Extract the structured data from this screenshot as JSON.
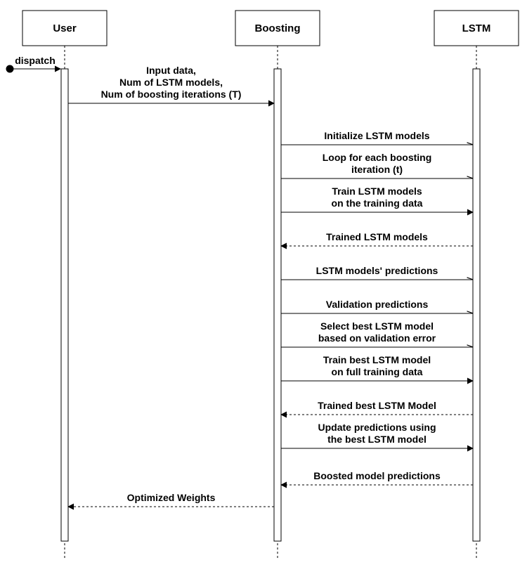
{
  "participants": [
    {
      "id": "user",
      "name": "User"
    },
    {
      "id": "boosting",
      "name": "Boosting"
    },
    {
      "id": "lstm",
      "name": "LSTM"
    }
  ],
  "found_message": {
    "label": "dispatch"
  },
  "messages": [
    {
      "from": "user",
      "to": "boosting",
      "style": "sync",
      "lines": [
        "Input data,",
        "Num of  LSTM models,",
        "Num of  boosting iterations (T)"
      ]
    },
    {
      "from": "boosting",
      "to": "lstm",
      "style": "async",
      "lines": [
        "Initialize LSTM models"
      ]
    },
    {
      "from": "boosting",
      "to": "lstm",
      "style": "async",
      "lines": [
        "Loop for each boosting",
        "iteration (t)"
      ]
    },
    {
      "from": "boosting",
      "to": "lstm",
      "style": "sync",
      "lines": [
        "Train LSTM models",
        "on the training data"
      ]
    },
    {
      "from": "lstm",
      "to": "boosting",
      "style": "return",
      "lines": [
        "Trained LSTM models"
      ]
    },
    {
      "from": "boosting",
      "to": "lstm",
      "style": "async",
      "lines": [
        "LSTM models' predictions"
      ]
    },
    {
      "from": "boosting",
      "to": "lstm",
      "style": "async",
      "lines": [
        "Validation predictions"
      ]
    },
    {
      "from": "boosting",
      "to": "lstm",
      "style": "async",
      "lines": [
        "Select best LSTM model",
        "based on validation error"
      ]
    },
    {
      "from": "boosting",
      "to": "lstm",
      "style": "sync",
      "lines": [
        "Train best LSTM model",
        "on full training data"
      ]
    },
    {
      "from": "lstm",
      "to": "boosting",
      "style": "return",
      "lines": [
        "Trained best LSTM Model"
      ]
    },
    {
      "from": "boosting",
      "to": "lstm",
      "style": "sync",
      "lines": [
        "Update predictions using",
        "the best LSTM model"
      ]
    },
    {
      "from": "lstm",
      "to": "boosting",
      "style": "return",
      "lines": [
        "Boosted model predictions"
      ]
    },
    {
      "from": "boosting",
      "to": "user",
      "style": "return",
      "lines": [
        "Optimized Weights"
      ]
    }
  ]
}
